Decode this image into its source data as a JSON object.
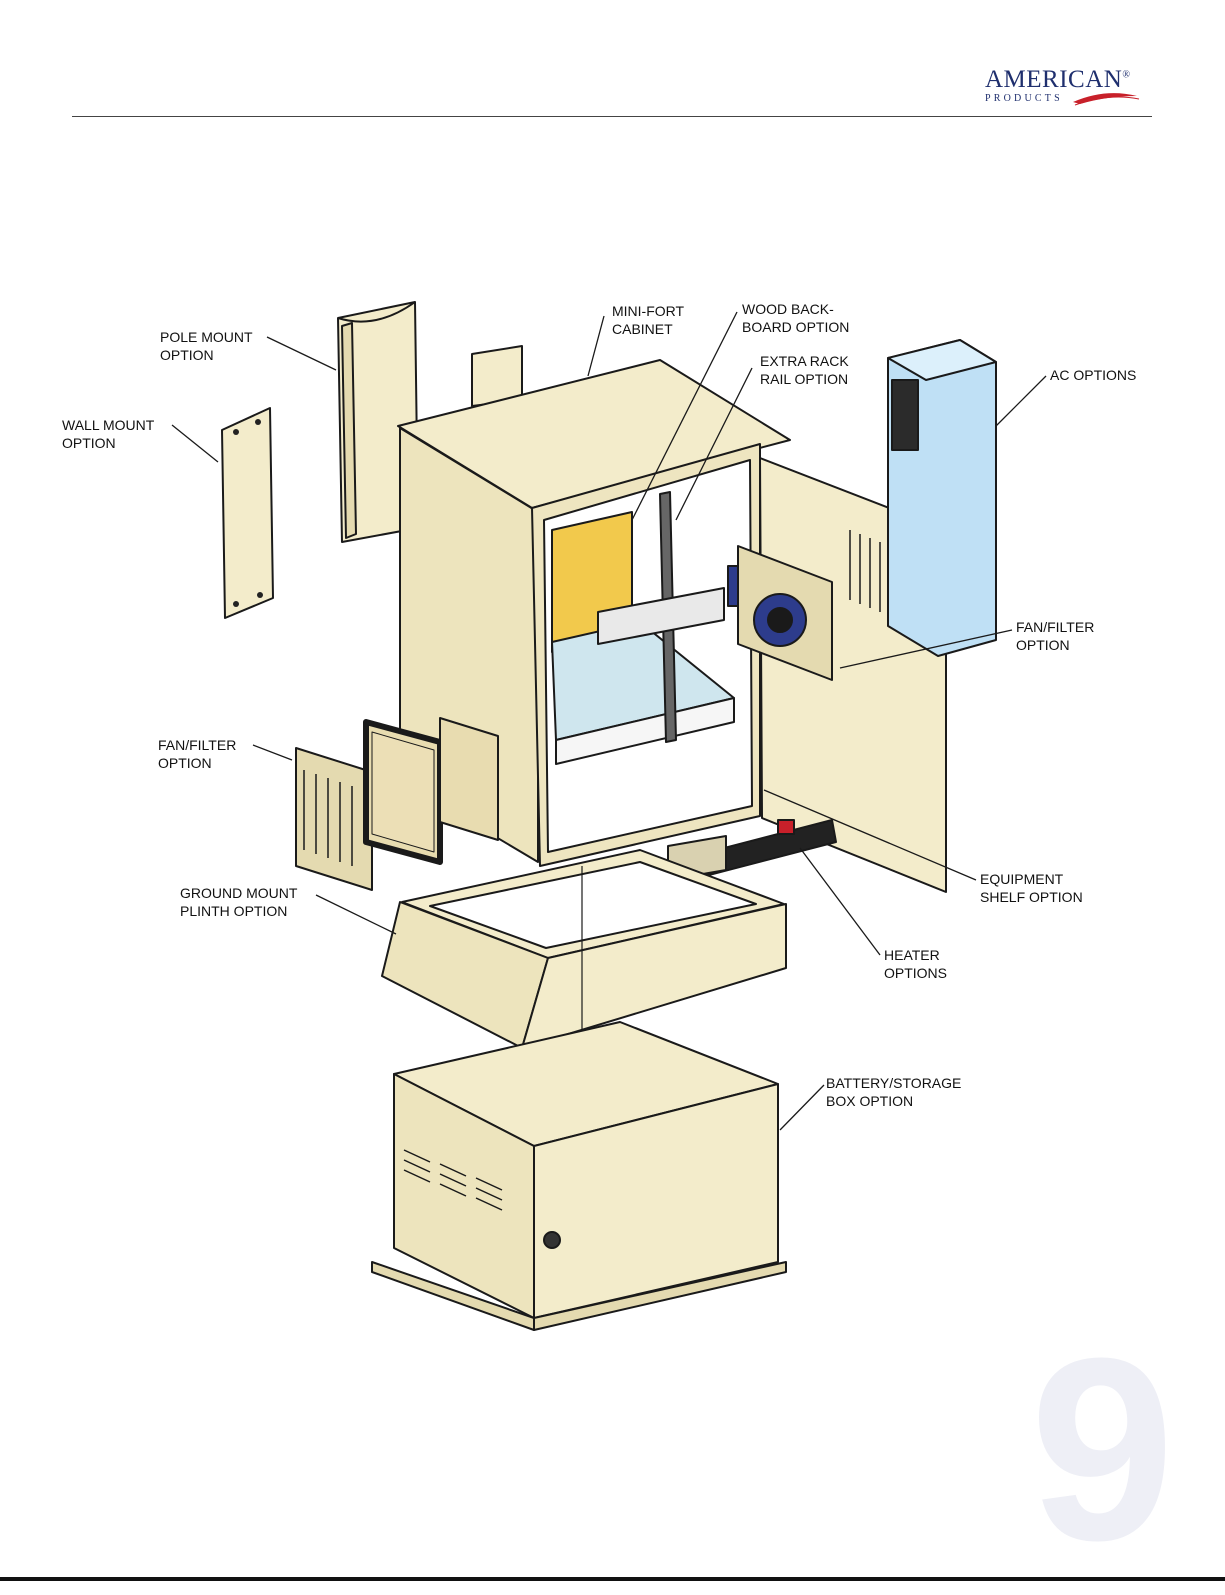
{
  "header": {
    "logo_brand": "AMERICAN",
    "logo_mark": "®",
    "logo_sub": "PRODUCTS"
  },
  "labels": {
    "mini_fort": [
      "MINI-FORT",
      "CABINET"
    ],
    "wood_back": [
      "WOOD BACK-",
      "BOARD OPTION"
    ],
    "extra_rack": [
      "EXTRA RACK",
      "RAIL OPTION"
    ],
    "pole_mount": [
      "POLE MOUNT",
      "OPTION"
    ],
    "wall_mount": [
      "WALL MOUNT",
      "OPTION"
    ],
    "ac_options": [
      "AC OPTIONS"
    ],
    "fan_filter_right": [
      "FAN/FILTER",
      "OPTION"
    ],
    "fan_filter_left": [
      "FAN/FILTER",
      "OPTION"
    ],
    "equipment_shelf": [
      "EQUIPMENT",
      "SHELF OPTION"
    ],
    "ground_mount": [
      "GROUND MOUNT",
      "PLINTH OPTION"
    ],
    "heater": [
      "HEATER",
      "OPTIONS"
    ],
    "battery": [
      "BATTERY/STORAGE",
      "BOX OPTION"
    ]
  },
  "page_number": "9",
  "colors": {
    "cabinet": "#f3eccb",
    "cabinet_shade": "#e4dab0",
    "outline": "#1a1a1a",
    "wood": "#f2c94c",
    "shelf": "#cfe6ee",
    "ac_unit": "#bfe0f5",
    "heater_bar": "#222222",
    "accent_red": "#c8202a",
    "brand_blue": "#1f2f6e"
  }
}
